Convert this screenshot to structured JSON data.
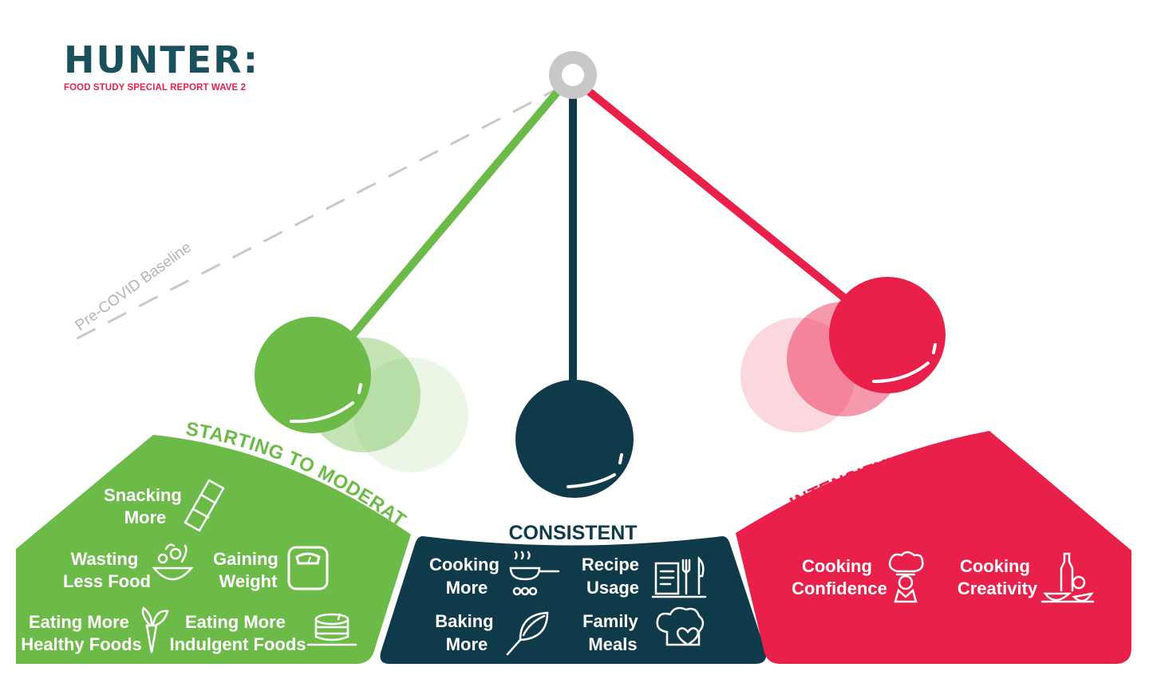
{
  "brand": {
    "logo_text": "HUNTER:",
    "subtitle": "FOOD STUDY SPECIAL REPORT WAVE 2"
  },
  "baseline_label": "Pre-COVID Baseline",
  "colors": {
    "green": "#6cbb48",
    "navy": "#0f3a4a",
    "red": "#e8204a",
    "grey": "#c8c8c8"
  },
  "groups": {
    "moderate": {
      "title": "STARTING TO MODERATE",
      "items": {
        "snacking": {
          "line1": "Snacking",
          "line2": "More",
          "icon": "snack-bar-icon"
        },
        "wasting": {
          "line1": "Wasting",
          "line2": "Less Food",
          "icon": "salad-bowl-icon"
        },
        "gaining": {
          "line1": "Gaining",
          "line2": "Weight",
          "icon": "scale-icon"
        },
        "healthy": {
          "line1": "Eating More",
          "line2": "Healthy Foods",
          "icon": "carrot-icon"
        },
        "indulgent": {
          "line1": "Eating More",
          "line2": "Indulgent Foods",
          "icon": "pancakes-icon"
        }
      }
    },
    "consistent": {
      "title": "CONSISTENT",
      "items": {
        "cooking": {
          "line1": "Cooking",
          "line2": "More",
          "icon": "frying-pan-icon"
        },
        "recipe": {
          "line1": "Recipe",
          "line2": "Usage",
          "icon": "recipe-book-icon"
        },
        "baking": {
          "line1": "Baking",
          "line2": "More",
          "icon": "whisk-icon"
        },
        "family": {
          "line1": "Family",
          "line2": "Meals",
          "icon": "chef-hat-heart-icon"
        }
      }
    },
    "intensifying": {
      "title": "INTENSIFYING",
      "items": {
        "confidence": {
          "line1": "Cooking",
          "line2": "Confidence",
          "icon": "chef-icon"
        },
        "creativity": {
          "line1": "Cooking",
          "line2": "Creativity",
          "icon": "ingredients-icon"
        }
      }
    }
  }
}
